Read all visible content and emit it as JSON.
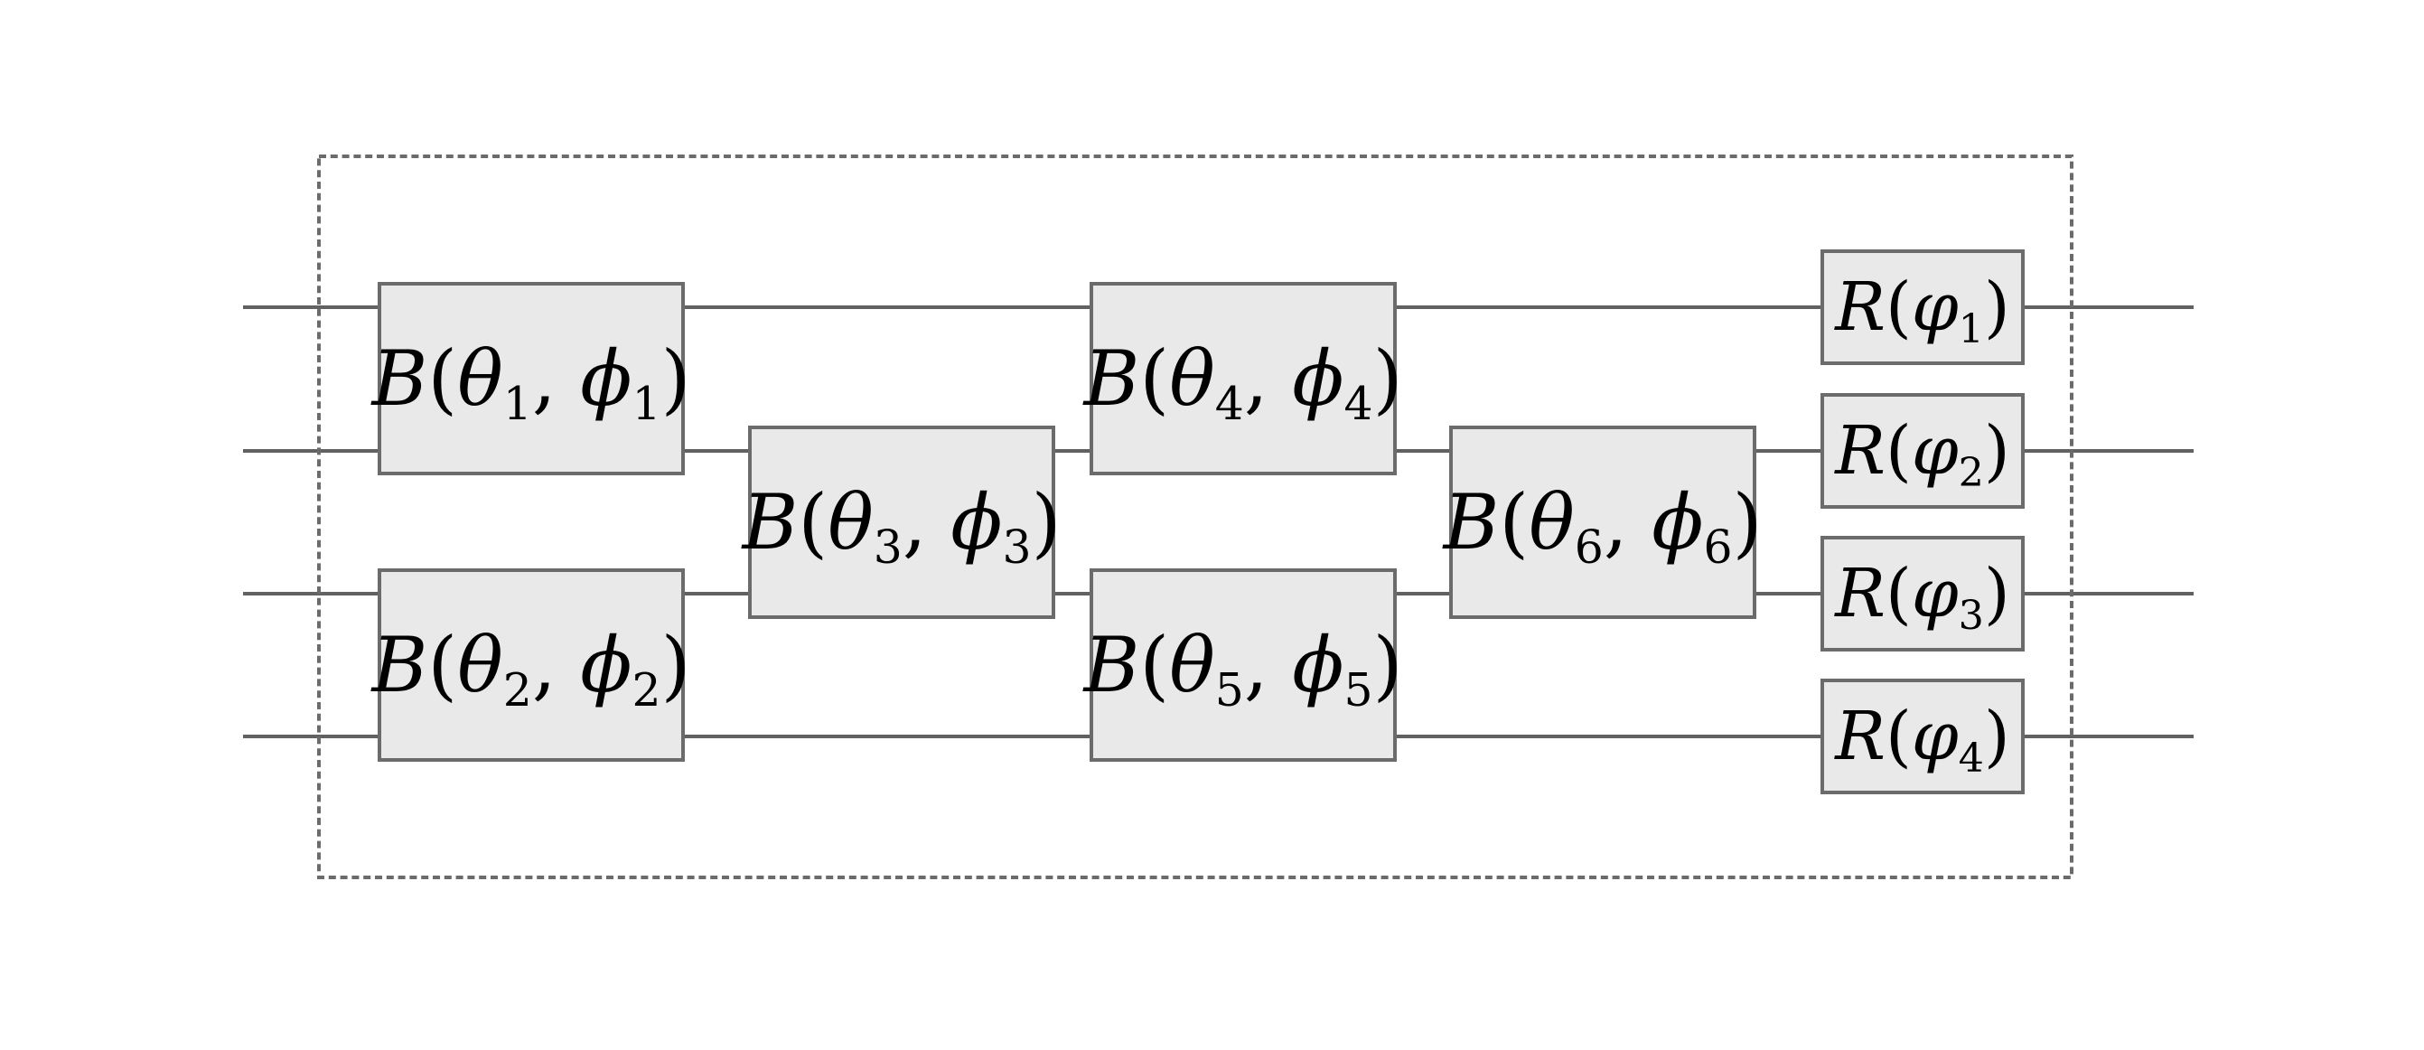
{
  "diagram": {
    "colors": {
      "background": "#ffffff",
      "wire": "#616161",
      "gate_fill": "#e9e9e9",
      "gate_border": "#6b6b6b",
      "dashed_box": "#6b6b6b",
      "text": "#000000"
    },
    "wire_count": 4,
    "gates": [
      {
        "id": "b1",
        "label": "B(θ1, ϕ1)",
        "parts": [
          {
            "t": "B",
            "i": true
          },
          {
            "t": "("
          },
          {
            "t": "θ",
            "i": true
          },
          {
            "t": "1",
            "sub": true
          },
          {
            "t": ", "
          },
          {
            "t": "ϕ",
            "i": true
          },
          {
            "t": "1",
            "sub": true
          },
          {
            "t": ")"
          }
        ]
      },
      {
        "id": "b2",
        "label": "B(θ2, ϕ2)",
        "parts": [
          {
            "t": "B",
            "i": true
          },
          {
            "t": "("
          },
          {
            "t": "θ",
            "i": true
          },
          {
            "t": "2",
            "sub": true
          },
          {
            "t": ", "
          },
          {
            "t": "ϕ",
            "i": true
          },
          {
            "t": "2",
            "sub": true
          },
          {
            "t": ")"
          }
        ]
      },
      {
        "id": "b3",
        "label": "B(θ3, ϕ3)",
        "parts": [
          {
            "t": "B",
            "i": true
          },
          {
            "t": "("
          },
          {
            "t": "θ",
            "i": true
          },
          {
            "t": "3",
            "sub": true
          },
          {
            "t": ", "
          },
          {
            "t": "ϕ",
            "i": true
          },
          {
            "t": "3",
            "sub": true
          },
          {
            "t": ")"
          }
        ]
      },
      {
        "id": "b4",
        "label": "B(θ4, ϕ4)",
        "parts": [
          {
            "t": "B",
            "i": true
          },
          {
            "t": "("
          },
          {
            "t": "θ",
            "i": true
          },
          {
            "t": "4",
            "sub": true
          },
          {
            "t": ", "
          },
          {
            "t": "ϕ",
            "i": true
          },
          {
            "t": "4",
            "sub": true
          },
          {
            "t": ")"
          }
        ]
      },
      {
        "id": "b5",
        "label": "B(θ5, ϕ5)",
        "parts": [
          {
            "t": "B",
            "i": true
          },
          {
            "t": "("
          },
          {
            "t": "θ",
            "i": true
          },
          {
            "t": "5",
            "sub": true
          },
          {
            "t": ", "
          },
          {
            "t": "ϕ",
            "i": true
          },
          {
            "t": "5",
            "sub": true
          },
          {
            "t": ")"
          }
        ]
      },
      {
        "id": "b6",
        "label": "B(θ6, ϕ6)",
        "parts": [
          {
            "t": "B",
            "i": true
          },
          {
            "t": "("
          },
          {
            "t": "θ",
            "i": true
          },
          {
            "t": "6",
            "sub": true
          },
          {
            "t": ", "
          },
          {
            "t": "ϕ",
            "i": true
          },
          {
            "t": "6",
            "sub": true
          },
          {
            "t": ")"
          }
        ]
      },
      {
        "id": "r1",
        "label": "R(φ1)",
        "parts": [
          {
            "t": "R",
            "i": true
          },
          {
            "t": "("
          },
          {
            "t": "φ",
            "i": true
          },
          {
            "t": "1",
            "sub": true
          },
          {
            "t": ")"
          }
        ]
      },
      {
        "id": "r2",
        "label": "R(φ2)",
        "parts": [
          {
            "t": "R",
            "i": true
          },
          {
            "t": "("
          },
          {
            "t": "φ",
            "i": true
          },
          {
            "t": "2",
            "sub": true
          },
          {
            "t": ")"
          }
        ]
      },
      {
        "id": "r3",
        "label": "R(φ3)",
        "parts": [
          {
            "t": "R",
            "i": true
          },
          {
            "t": "("
          },
          {
            "t": "φ",
            "i": true
          },
          {
            "t": "3",
            "sub": true
          },
          {
            "t": ")"
          }
        ]
      },
      {
        "id": "r4",
        "label": "R(φ4)",
        "parts": [
          {
            "t": "R",
            "i": true
          },
          {
            "t": "("
          },
          {
            "t": "φ",
            "i": true
          },
          {
            "t": "4",
            "sub": true
          },
          {
            "t": ")"
          }
        ]
      }
    ]
  }
}
